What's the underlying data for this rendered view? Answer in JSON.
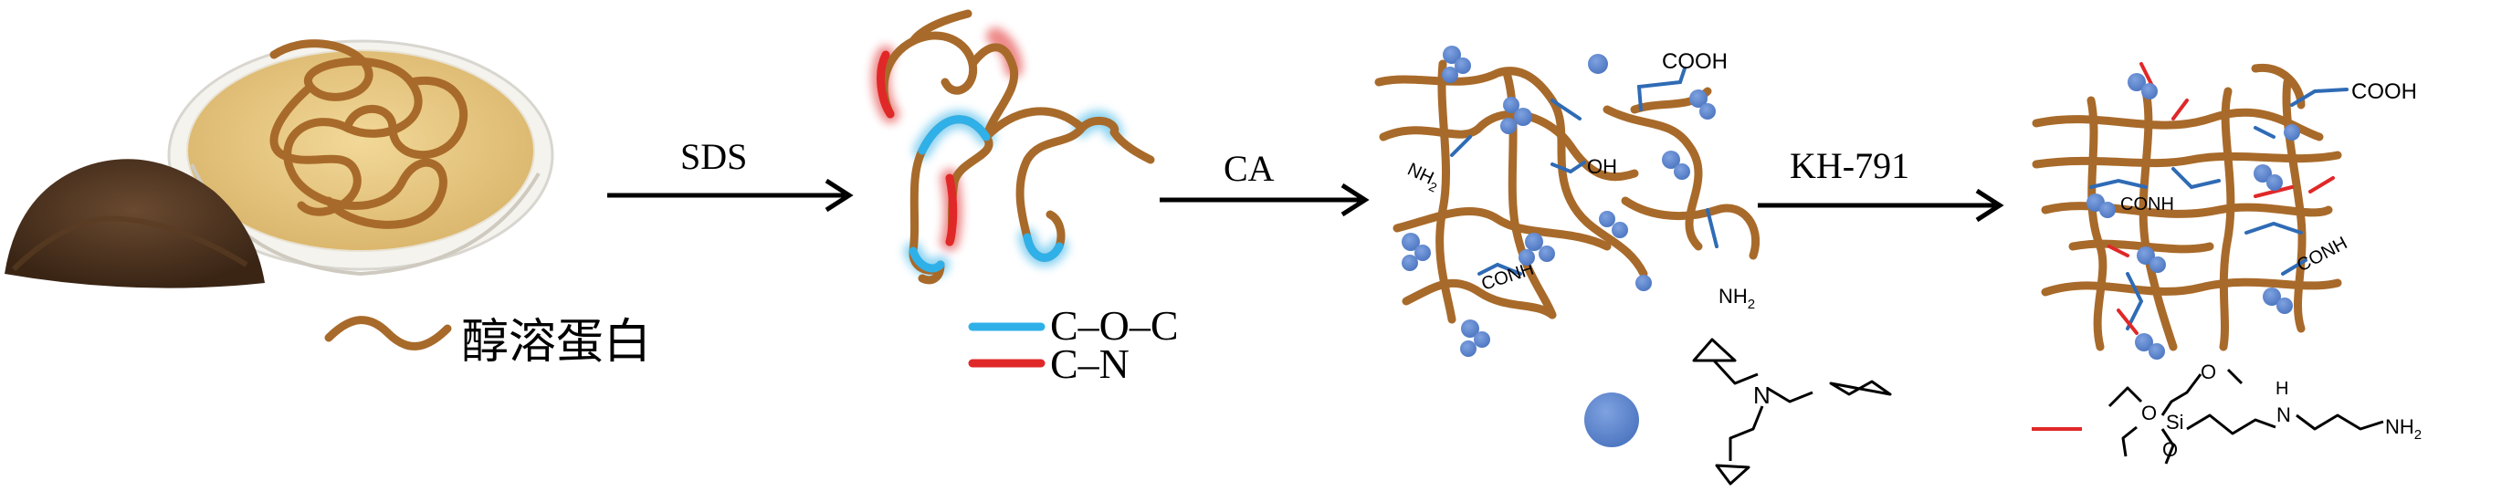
{
  "colors": {
    "protein": "#a86a2a",
    "coc_highlight": "#2fb0e8",
    "cn_highlight": "#e02828",
    "ca_particle": "#5a86cf",
    "bond_blue": "#2f6bb5",
    "bond_red": "#e02828",
    "arrow": "#000000"
  },
  "steps": {
    "sds": "SDS",
    "ca": "CA",
    "kh": "KH-791"
  },
  "legend": {
    "protein_label": "醇溶蛋白",
    "coc_label": "C–O–C",
    "cn_label": "C–N"
  },
  "groups": {
    "cooh": "COOH",
    "oh": "OH",
    "nh2": "NH",
    "nh2_sub": "2",
    "conh": "CONH"
  },
  "ca_molecule": {
    "n": "N"
  },
  "kh_molecule": {
    "o": "O",
    "si": "Si",
    "h": "H",
    "n": "N",
    "nh2": "NH",
    "nh2_sub": "2"
  },
  "icons": [
    "powder-icon",
    "petri-dish-icon",
    "protein-chain-icon",
    "ca-particle-icon"
  ]
}
